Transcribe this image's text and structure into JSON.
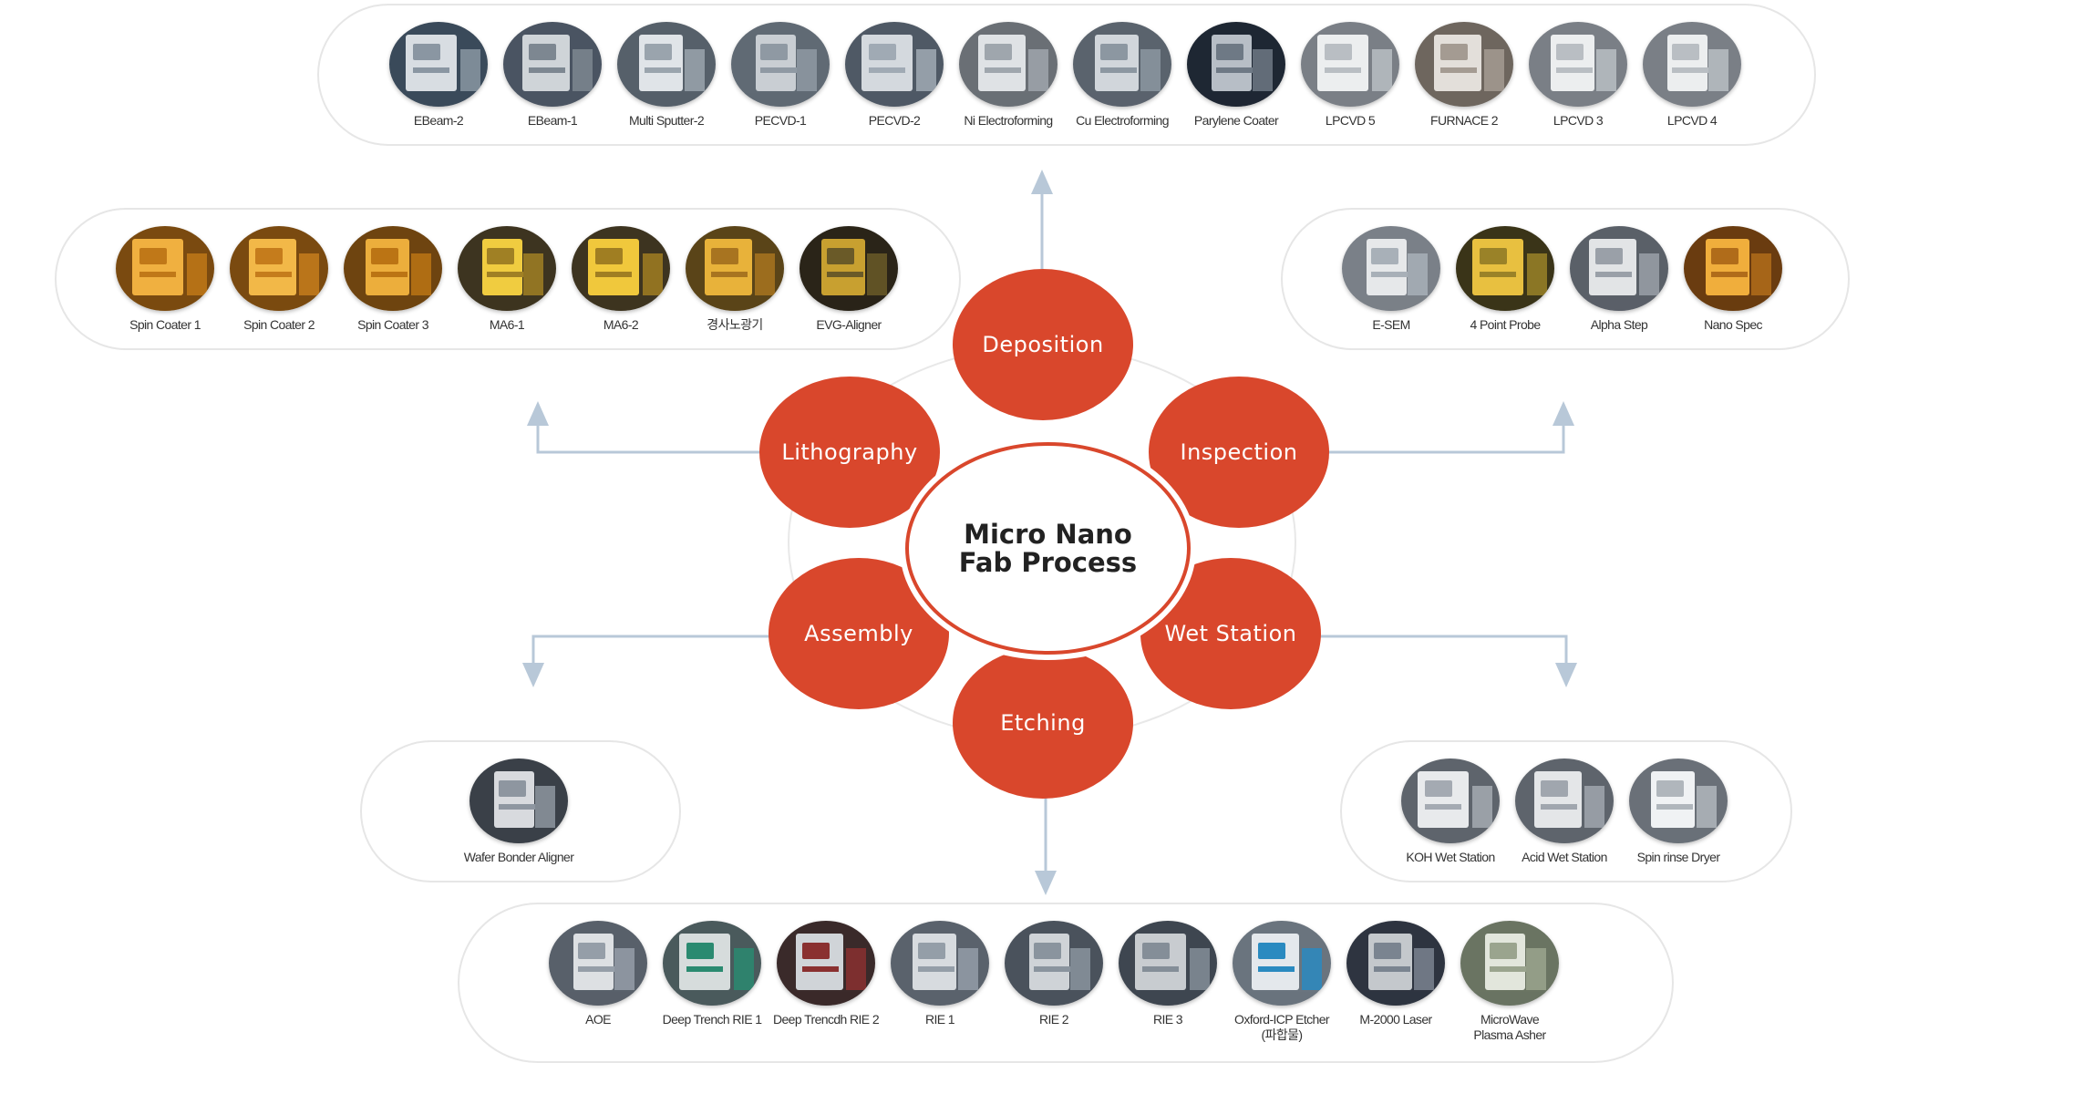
{
  "center": {
    "line1": "Micro Nano",
    "line2": "Fab Process"
  },
  "processes": {
    "deposition": "Deposition",
    "inspection": "Inspection",
    "wet_station": "Wet Station",
    "etching": "Etching",
    "assembly": "Assembly",
    "lithography": "Lithography"
  },
  "colors": {
    "accent": "#d9472c",
    "group_border": "#e6e6e6",
    "connector": "#b8c8d8"
  },
  "deposition_equipment": [
    "EBeam-2",
    "EBeam-1",
    "Multi Sputter-2",
    "PECVD-1",
    "PECVD-2",
    "Ni Electroforming",
    "Cu Electroforming",
    "Parylene Coater",
    "LPCVD 5",
    "FURNACE 2",
    "LPCVD 3",
    "LPCVD 4"
  ],
  "lithography_equipment": [
    "Spin Coater 1",
    "Spin Coater 2",
    "Spin Coater 3",
    "MA6-1",
    "MA6-2",
    "경사노광기",
    "EVG-Aligner"
  ],
  "inspection_equipment": [
    "E-SEM",
    "4 Point Probe",
    "Alpha Step",
    "Nano Spec"
  ],
  "assembly_equipment": [
    "Wafer Bonder Aligner"
  ],
  "wet_station_equipment": [
    "KOH Wet Station",
    "Acid Wet Station",
    "Spin rinse Dryer"
  ],
  "etching_equipment": [
    "AOE",
    "Deep Trench RIE 1",
    "Deep Trencdh RIE 2",
    "RIE 1",
    "RIE 2",
    "RIE 3",
    "Oxford-ICP Etcher\n(파합물)",
    "M-2000 Laser",
    "MicroWave\nPlasma Asher"
  ]
}
